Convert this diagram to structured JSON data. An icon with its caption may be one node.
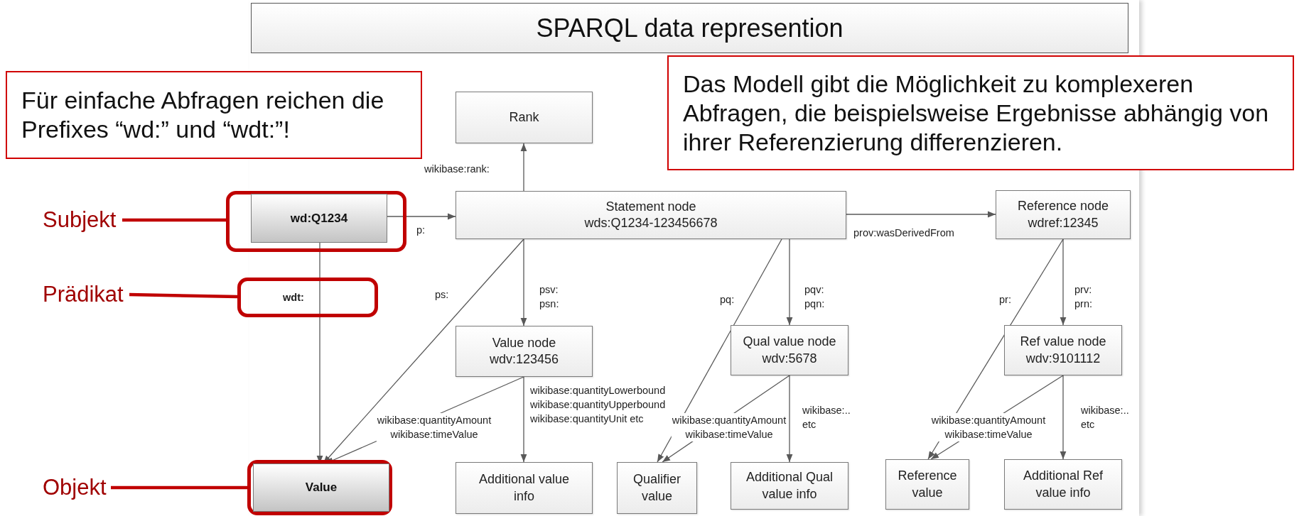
{
  "diagram": {
    "title": "SPARQL data represention",
    "nodes": [
      {
        "text": [
          "Für einfache Abfragen reichen die Prefixes “wd:” und “wdt:”!"
        ]
      },
      {
        "text": [
          "Das Modell gibt die Möglichkeit zu komplexeren Abfragen, die beispielsweise Ergebnisse abhängig von ihrer Referenzierung differenzieren."
        ]
      },
      {
        "text": [
          "Rank"
        ]
      },
      {
        "text": [
          "Subjekt"
        ]
      },
      {
        "text": [],
        "shape": "box"
      },
      {
        "text": [
          "wd:Q1234"
        ],
        "in": 4
      },
      {
        "text": [
          "Statement node",
          "wds:Q1234-123456678"
        ]
      },
      {
        "text": [
          "Reference node",
          "wdref:12345"
        ]
      },
      {
        "text": [
          "Prädikat"
        ]
      },
      {
        "text": [
          "Value node",
          "wdv:123456"
        ]
      },
      {
        "text": [
          "Qual value node",
          "wdv:5678"
        ]
      },
      {
        "text": [
          "Ref value node",
          "wdv:9101112"
        ]
      },
      {
        "text": [
          "Objekt"
        ]
      },
      {
        "text": [],
        "shape": "box"
      },
      {
        "text": [
          "Value"
        ],
        "in": 13
      },
      {
        "text": [
          "Additional value info"
        ]
      },
      {
        "text": [
          "Qualifier value"
        ]
      },
      {
        "text": [
          "Additional Qual value info"
        ]
      },
      {
        "text": [
          "Reference value"
        ]
      },
      {
        "text": [
          "Additional Ref value info"
        ]
      }
    ],
    "edges": [
      {
        "from": 5,
        "to": 6,
        "arrow": "to",
        "label": "p:"
      },
      {
        "from": 6,
        "to": 2,
        "arrow": "to",
        "label": "wikibase:rank:"
      },
      {
        "from": 6,
        "to": 7,
        "arrow": "to",
        "label": "prov:wasDerivedFrom"
      },
      {
        "from": 5,
        "to": 14,
        "arrow": "to",
        "label": "wdt:"
      },
      {
        "from": 6,
        "to": 14,
        "arrow": "to",
        "label": "ps:"
      },
      {
        "from": 6,
        "to": 9,
        "arrow": "to",
        "label": "psv: psn:"
      },
      {
        "from": 6,
        "to": 16,
        "arrow": "to",
        "label": "pq:"
      },
      {
        "from": 6,
        "to": 10,
        "arrow": "to",
        "label": "pqv: pqn:"
      },
      {
        "from": 7,
        "to": 18,
        "arrow": "to",
        "label": "pr:"
      },
      {
        "from": 7,
        "to": 11,
        "arrow": "to",
        "label": "prv: prn:"
      },
      {
        "from": 9,
        "to": 14,
        "arrow": "to",
        "label": "wikibase:quantityAmount wikibase:timeValue"
      },
      {
        "from": 9,
        "to": 15,
        "arrow": "to",
        "label": "wikibase:quantityLowerbound wikibase:quantityUpperbound wikibase:quantityUnit etc"
      },
      {
        "from": 10,
        "to": 16,
        "arrow": "to",
        "label": "wikibase:quantityAmount wikibase:timeValue"
      },
      {
        "from": 10,
        "to": 17,
        "arrow": "to",
        "label": "wikibase:.. etc"
      },
      {
        "from": 11,
        "to": 18,
        "arrow": "to",
        "label": "wikibase:quantityAmount wikibase:timeValue"
      },
      {
        "from": 11,
        "to": 19,
        "arrow": "to",
        "label": "wikibase:.. etc"
      },
      {
        "from": 3,
        "to": 4,
        "arrow": "none",
        "style": "thick",
        "color": "#c00000"
      },
      {
        "from": 8,
        "to": null,
        "arrow": "none",
        "style": "thick",
        "color": "#c00000"
      },
      {
        "from": 12,
        "to": 13,
        "arrow": "none",
        "style": "thick",
        "color": "#c00000"
      }
    ]
  }
}
